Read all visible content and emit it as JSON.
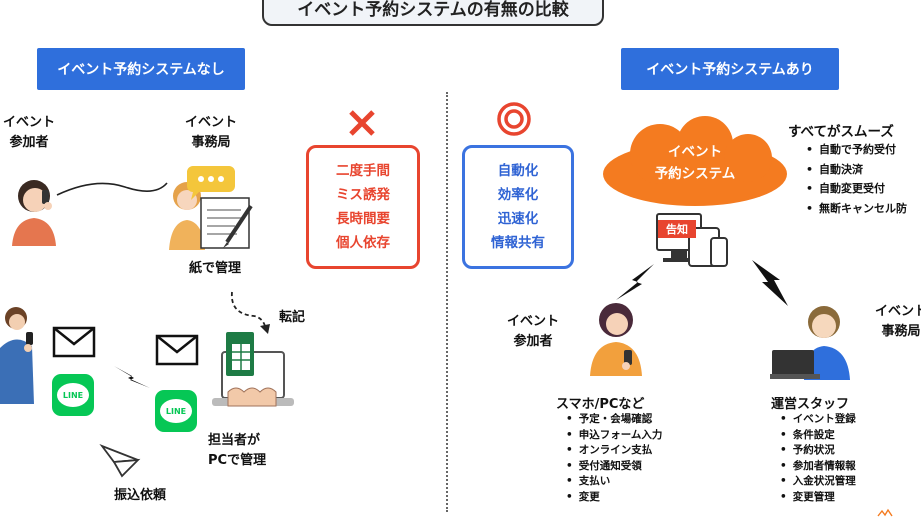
{
  "title": "イベント予約システムの有無の比較",
  "left": {
    "header": "イベント予約システムなし",
    "participant_label": [
      "イベント",
      "参加者"
    ],
    "office_label": [
      "イベント",
      "事務局"
    ],
    "paper_label": "紙で管理",
    "transcribe_label": "転記",
    "pc_label": [
      "担当者が",
      "PCで管理"
    ],
    "transfer_label": "振込依頼",
    "line_text": "LINE",
    "issues": [
      "二度手間",
      "ミス誘発",
      "長時間要",
      "個人依存"
    ],
    "colors": {
      "header": "#2f6fdc",
      "issue": "#e8452f",
      "line_green": "#06c755"
    }
  },
  "right": {
    "header": "イベント予約システムあり",
    "cloud_label": [
      "イベント",
      "予約システム"
    ],
    "notice_label": "告知",
    "benefits": [
      "自動化",
      "効率化",
      "迅速化",
      "情報共有"
    ],
    "smooth_title": "すべてがスムーズ",
    "smooth_items": [
      "自動で予約受付",
      "自動決済",
      "自動変更受付",
      "無断キャンセル防"
    ],
    "participant_label": [
      "イベント",
      "参加者"
    ],
    "office_label": [
      "イベント",
      "事務局"
    ],
    "phone_title": "スマホ/PCなど",
    "phone_items": [
      "予定・会場確認",
      "申込フォーム入力",
      "オンライン支払",
      "受付通知受領",
      "支払い",
      "変更"
    ],
    "staff_title": "運営スタッフ",
    "staff_items": [
      "イベント登録",
      "条件設定",
      "予約状況",
      "参加者情報報",
      "入金状況管理",
      "変更管理"
    ],
    "colors": {
      "cloud": "#f47b20",
      "benefit": "#2f63d4"
    }
  }
}
